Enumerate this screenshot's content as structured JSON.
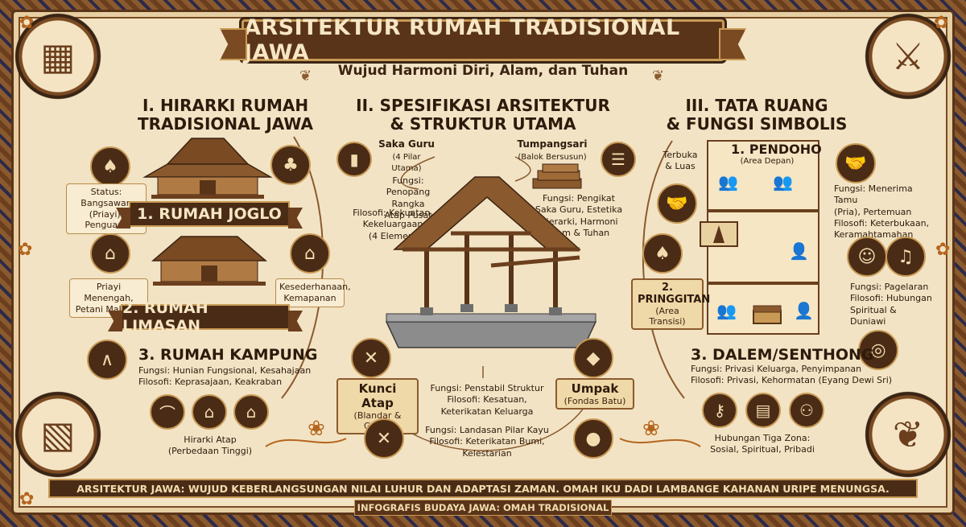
{
  "title": "ARSITEKTUR RUMAH TRADISIONAL JAWA",
  "subtitle": "Wujud Harmoni Diri, Alam, dan Tuhan",
  "section1": {
    "heading_line1": "I. HIRARKI RUMAH",
    "heading_line2": "TRADISIONAL JAWA",
    "joglo": {
      "name": "1. RUMAH JOGLO",
      "status_line1": "Status: Bangsawan",
      "status_line2": "(Priayi), Penguasa"
    },
    "limasan": {
      "name": "2. RUMAH LIMASAN",
      "left_line1": "Priayi Menengah,",
      "left_line2": "Petani Makmur",
      "right_line1": "Kesederhanaan,",
      "right_line2": "Kemapanan"
    },
    "kampung": {
      "name": "3. RUMAH KAMPUNG",
      "fungsi": "Fungsi: Hunian Fungsional, Kesahajaan",
      "filosofi": "Filosofi: Keprasajaan, Keakraban"
    },
    "hirarki_line1": "Hirarki Atap",
    "hirarki_line2": "(Perbedaan Tinggi)"
  },
  "section2": {
    "heading_line1": "II. SPESIFIKASI ARSITEKTUR",
    "heading_line2": "& STRUKTUR UTAMA",
    "saka_guru": {
      "name": "Saka Guru",
      "sub": "(4 Pilar Utama)",
      "fungsi_line1": "Fungsi:",
      "fungsi_line2": "Penopang Rangka",
      "fungsi_line3": "Atap Pusat",
      "filosofi_line1": "Filosofi: Kekuatan,",
      "filosofi_line2": "Kekeluargaan",
      "filosofi_line3": "(4 Elemen)"
    },
    "tumpangsari": {
      "name": "Tumpangsari",
      "sub": "(Balok Bersusun)",
      "line1": "Fungsi: Pengikat",
      "line2": "Saka Guru, Estetika",
      "line3": "Hierarki, Harmoni",
      "line4": "Alam & Tuhan"
    },
    "kunci_atap": {
      "name": "Kunci Atap",
      "sub": "(Blandar & Galar)"
    },
    "kunci_desc": {
      "line1": "Fungsi: Penstabil Struktur",
      "line2": "Filosofi: Kesatuan,",
      "line3": "Keterikatan Keluarga"
    },
    "umpak": {
      "name": "Umpak",
      "sub": "(Fondas Batu)"
    },
    "umpak_desc": {
      "line1": "Fungsi: Landasan Pilar Kayu",
      "line2": "Filosofi: Keterikatan Bumi, Kelestarian"
    }
  },
  "section3": {
    "heading_line1": "III. TATA RUANG",
    "heading_line2": "& FUNGSI SIMBOLIS",
    "terbuka_line1": "Terbuka",
    "terbuka_line2": "& Luas",
    "pendoho": {
      "name": "1. PENDOHO",
      "sub": "(Area Depan)"
    },
    "pendoho_desc": {
      "line1": "Fungsi: Menerima Tamu",
      "line2": "(Pria), Pertemuan",
      "line3": "Filosofi: Keterbukaan,",
      "line4": "Keramahtamahan"
    },
    "pringgitan": {
      "name": "2. PRINGGITAN",
      "sub": "(Area Transisi)"
    },
    "pringgitan_desc": {
      "line1": "Fungsi: Pagelaran",
      "line2": "Filosofi: Hubungan",
      "line3": "Spiritual & Duniawi"
    },
    "dalem": {
      "name": "3. DALEM/SENTHONG",
      "fungsi": "Fungsi: Privasi Keluarga, Penyimpanan",
      "filosofi": "Filosofi: Privasi, Kehormatan (Eyang Dewi Sri)"
    },
    "hubungan_line1": "Hubungan Tiga Zona:",
    "hubungan_line2": "Sosial, Spiritual, Pribadi"
  },
  "footer": {
    "line1": "ARSITEKTUR JAWA: WUJUD KEBERLANGSUNGAN NILAI LUHUR DAN ADAPTASI ZAMAN. OMAH IKU DADI LAMBANGE KAHANAN URIPE MENUNGSA.",
    "line2": "INFOGRAFIS BUDAYA JAWA: OMAH TRADISIONAL"
  },
  "colors": {
    "dark_brown": "#4a2c16",
    "parchment": "#f2e3c4",
    "gold_trim": "#c89a55"
  },
  "icons": [
    "wayang-icon",
    "handshake-icon",
    "mask-icon",
    "music-icon",
    "key-icon",
    "family-icon",
    "kris-icon",
    "offering-bowl-icon"
  ]
}
